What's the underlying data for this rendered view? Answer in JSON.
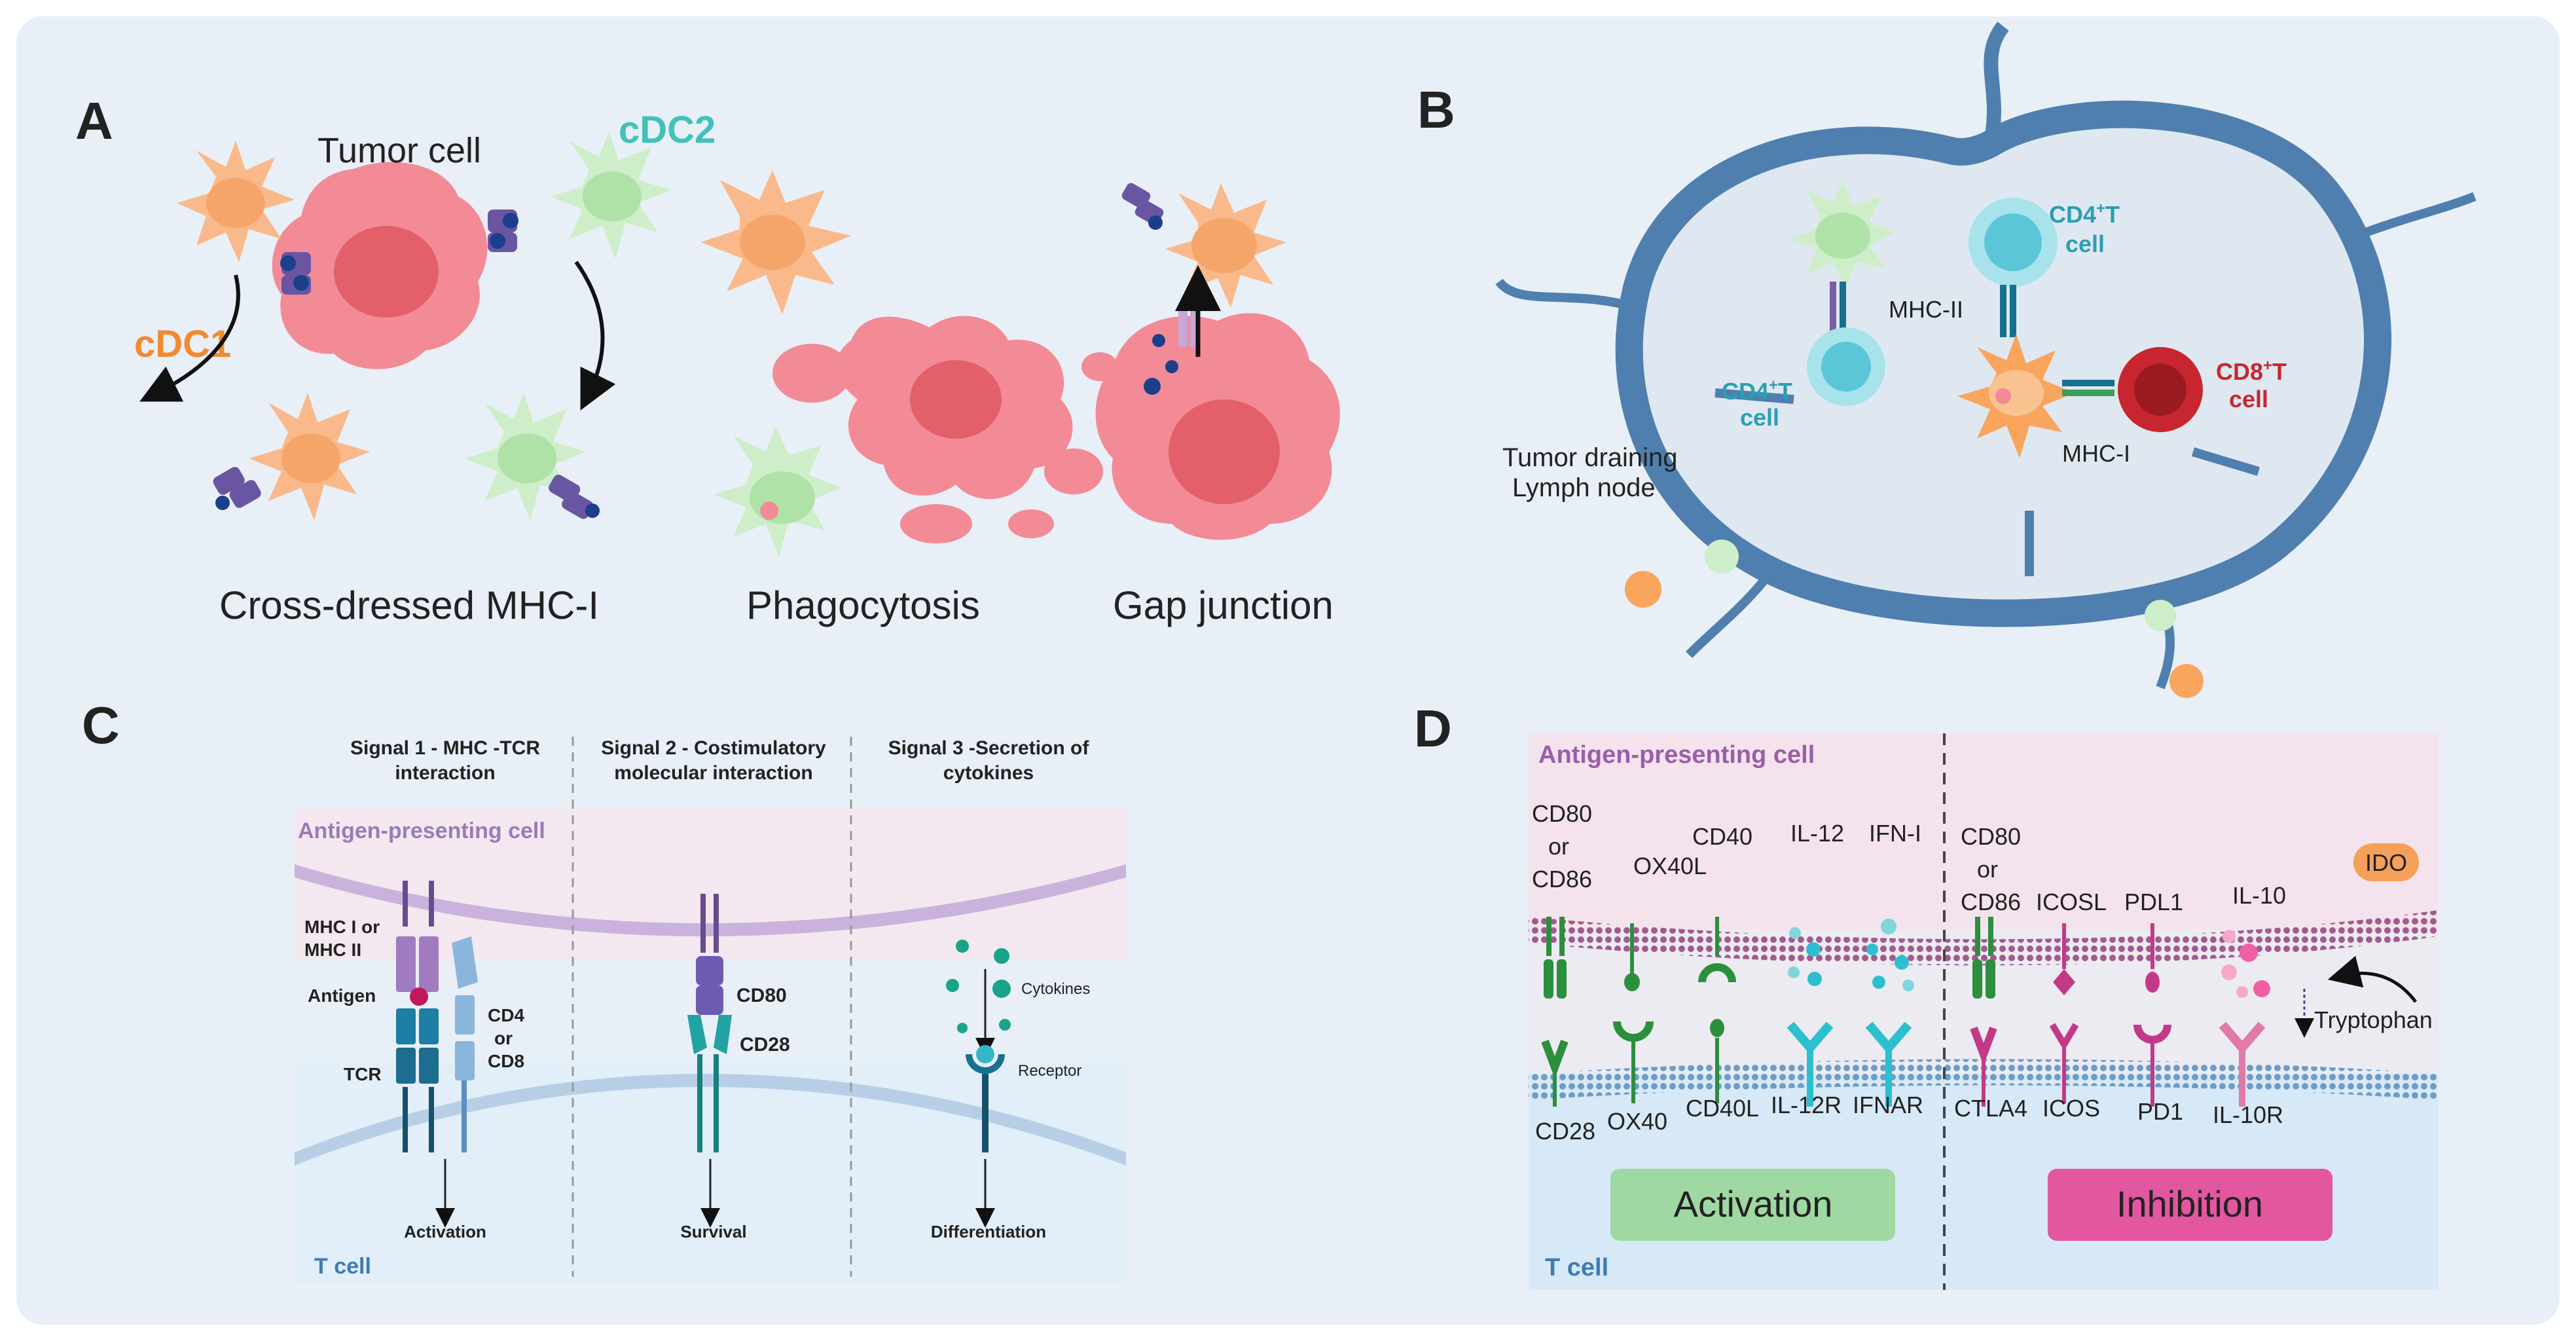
{
  "colors": {
    "background": "#e8eff7",
    "cdc1": "#f9b98a",
    "cdc1_label": "#f28a2e",
    "cdc2": "#cdeec8",
    "cdc2_label": "#41c2b8",
    "tumor": "#f28b95",
    "tumor_nucleus": "#e35f6a",
    "lymph_node": "#4f7fae",
    "cd4": "#5bc6d8",
    "cd8": "#c8262f",
    "mhc_purple": "#7b5ea8",
    "tcr_teal": "#17708f",
    "activation_box": "#9fd8a3",
    "inhibition_box": "#e2579f",
    "ido_box": "#f5a05a"
  },
  "panel_a": {
    "letter": "A",
    "tumor_label": "Tumor cell",
    "cdc1_label": "cDC1",
    "cdc2_label": "cDC2",
    "captions": [
      "Cross-dressed MHC-I",
      "Phagocytosis",
      "Gap junction"
    ]
  },
  "panel_b": {
    "letter": "B",
    "cd4_top": [
      "CD4",
      "+",
      "T",
      "cell"
    ],
    "cd4_left": [
      "CD4",
      "+",
      "T",
      "cell"
    ],
    "cd8": [
      "CD8",
      "+",
      "T",
      "cell"
    ],
    "mhc2": "MHC-II",
    "mhc1": "MHC-I",
    "node_label": [
      "Tumor draining",
      "Lymph node"
    ]
  },
  "panel_c": {
    "letter": "C",
    "headers": [
      [
        "Signal 1 - MHC -TCR",
        "interaction"
      ],
      [
        "Signal 2 - Costimulatory",
        "molecular interaction"
      ],
      [
        "Signal 3 -Secretion of",
        "cytokines"
      ]
    ],
    "apc": "Antigen-presenting cell",
    "tcell": "T cell",
    "mhc_label": [
      "MHC I or",
      "MHC II"
    ],
    "antigen": "Antigen",
    "tcr": "TCR",
    "cd4cd8": [
      "CD4",
      "or",
      "CD8"
    ],
    "cd80": "CD80",
    "cd28": "CD28",
    "cytokines": "Cytokines",
    "receptor": "Receptor",
    "outcomes": [
      "Activation",
      "Survival",
      "Differentiation"
    ]
  },
  "panel_d": {
    "letter": "D",
    "apc": "Antigen-presenting cell",
    "tcell": "T cell",
    "ligands_act": [
      [
        "CD80",
        "or",
        "CD86"
      ],
      [
        "OX40L"
      ],
      [
        "CD40"
      ],
      [
        "IL-12"
      ],
      [
        "IFN-I"
      ]
    ],
    "ligands_inh": [
      [
        "CD80",
        "or",
        "CD86"
      ],
      [
        "ICOSL"
      ],
      [
        "PDL1"
      ],
      [
        "IL-10"
      ]
    ],
    "receptors_act": [
      "CD28",
      "OX40",
      "CD40L",
      "IL-12R",
      "IFNAR"
    ],
    "receptors_inh": [
      "CTLA4",
      "ICOS",
      "PD1",
      "IL-10R"
    ],
    "ido": "IDO",
    "tryptophan": "Tryptophan",
    "activation": "Activation",
    "inhibition": "Inhibition"
  }
}
